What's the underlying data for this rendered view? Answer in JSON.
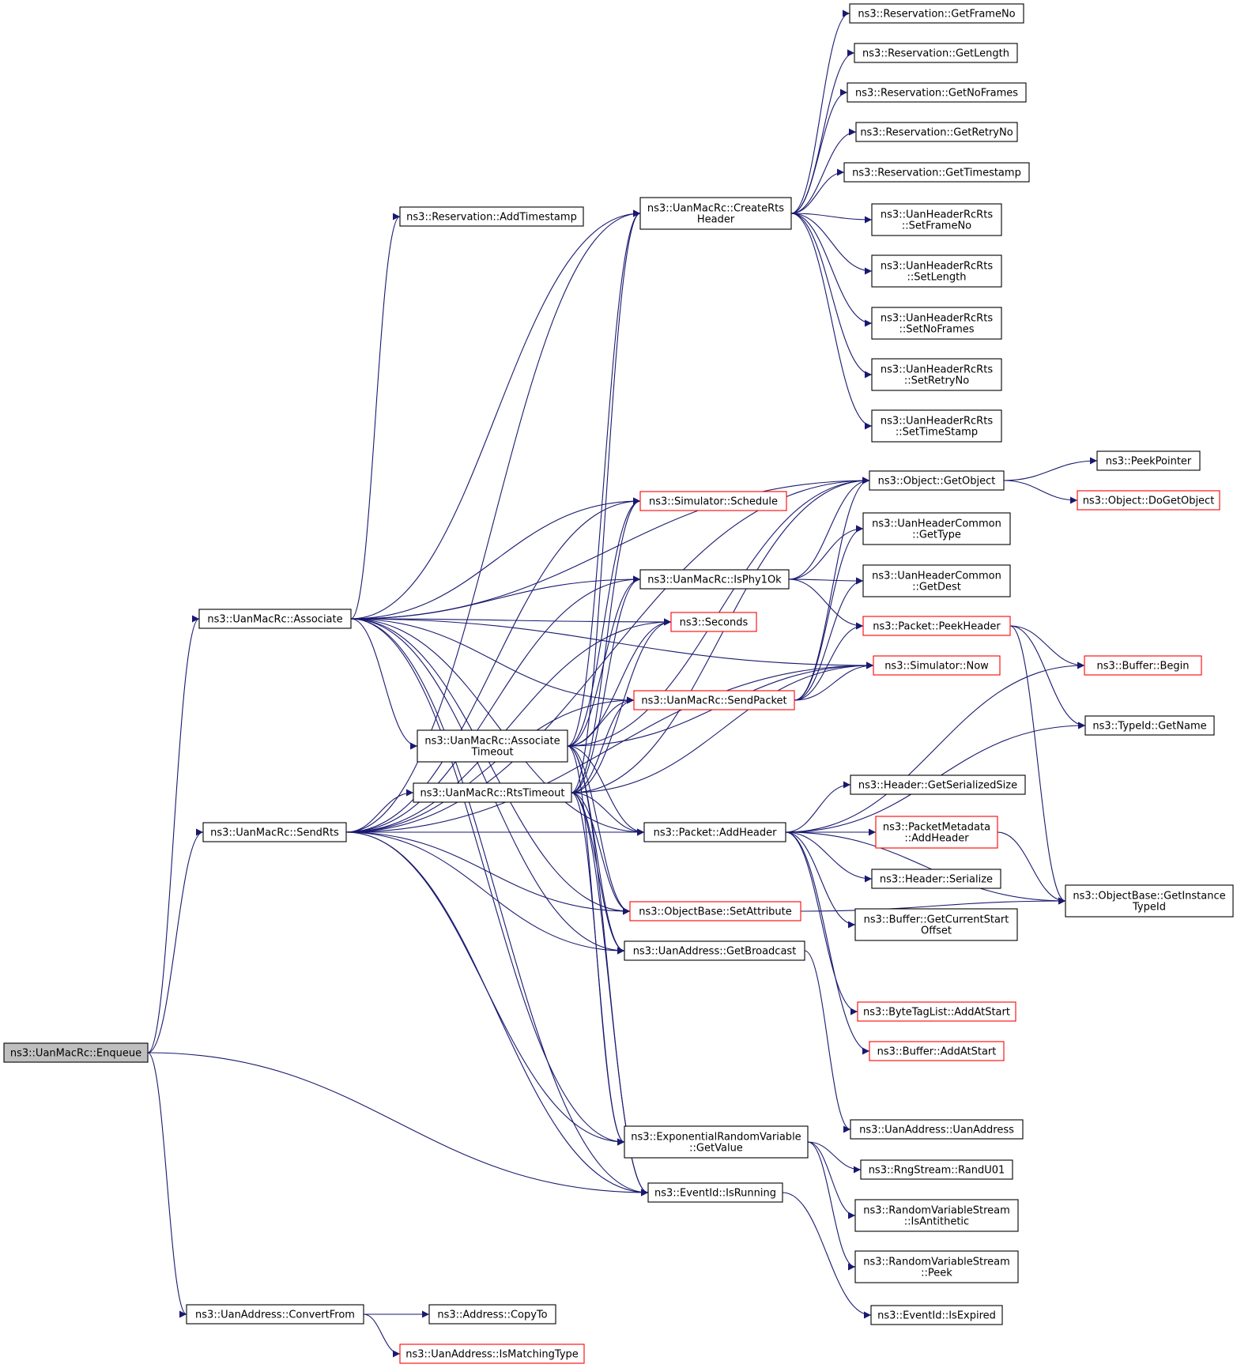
{
  "diagram": {
    "title": "",
    "colors": {
      "edge": "#191970",
      "node_border": "#000000",
      "node_border_partial": "#ff0000",
      "node_fill": "#ffffff",
      "root_fill": "#bfbfbf"
    },
    "nodes": [
      {
        "id": "enqueue",
        "lines": [
          "ns3::UanMacRc::Enqueue"
        ],
        "style": "root"
      },
      {
        "id": "associate",
        "lines": [
          "ns3::UanMacRc::Associate"
        ],
        "style": "normal"
      },
      {
        "id": "sendrts",
        "lines": [
          "ns3::UanMacRc::SendRts"
        ],
        "style": "normal"
      },
      {
        "id": "convertfrom",
        "lines": [
          "ns3::UanAddress::ConvertFrom"
        ],
        "style": "normal"
      },
      {
        "id": "addtimestamp",
        "lines": [
          "ns3::Reservation::AddTimestamp"
        ],
        "style": "normal"
      },
      {
        "id": "createrts",
        "lines": [
          "ns3::UanMacRc::CreateRts",
          "Header"
        ],
        "style": "normal"
      },
      {
        "id": "schedule",
        "lines": [
          "ns3::Simulator::Schedule"
        ],
        "style": "partial"
      },
      {
        "id": "isphy1ok",
        "lines": [
          "ns3::UanMacRc::IsPhy1Ok"
        ],
        "style": "normal"
      },
      {
        "id": "seconds",
        "lines": [
          "ns3::Seconds"
        ],
        "style": "partial"
      },
      {
        "id": "sendpacket",
        "lines": [
          "ns3::UanMacRc::SendPacket"
        ],
        "style": "partial"
      },
      {
        "id": "assoctimeout",
        "lines": [
          "ns3::UanMacRc::Associate",
          "Timeout"
        ],
        "style": "normal"
      },
      {
        "id": "rtstimeout",
        "lines": [
          "ns3::UanMacRc::RtsTimeout"
        ],
        "style": "normal"
      },
      {
        "id": "addheader",
        "lines": [
          "ns3::Packet::AddHeader"
        ],
        "style": "normal"
      },
      {
        "id": "setattribute",
        "lines": [
          "ns3::ObjectBase::SetAttribute"
        ],
        "style": "partial"
      },
      {
        "id": "getbroadcast",
        "lines": [
          "ns3::UanAddress::GetBroadcast"
        ],
        "style": "normal"
      },
      {
        "id": "expgetvalue",
        "lines": [
          "ns3::ExponentialRandomVariable",
          "::GetValue"
        ],
        "style": "normal"
      },
      {
        "id": "isrunning",
        "lines": [
          "ns3::EventId::IsRunning"
        ],
        "style": "normal"
      },
      {
        "id": "copyto",
        "lines": [
          "ns3::Address::CopyTo"
        ],
        "style": "normal"
      },
      {
        "id": "ismatchingtype",
        "lines": [
          "ns3::UanAddress::IsMatchingType"
        ],
        "style": "partial"
      },
      {
        "id": "getframeno",
        "lines": [
          "ns3::Reservation::GetFrameNo"
        ],
        "style": "normal"
      },
      {
        "id": "getlength",
        "lines": [
          "ns3::Reservation::GetLength"
        ],
        "style": "normal"
      },
      {
        "id": "getnoframes",
        "lines": [
          "ns3::Reservation::GetNoFrames"
        ],
        "style": "normal"
      },
      {
        "id": "getretryno",
        "lines": [
          "ns3::Reservation::GetRetryNo"
        ],
        "style": "normal"
      },
      {
        "id": "gettimestamp",
        "lines": [
          "ns3::Reservation::GetTimestamp"
        ],
        "style": "normal"
      },
      {
        "id": "setframeno",
        "lines": [
          "ns3::UanHeaderRcRts",
          "::SetFrameNo"
        ],
        "style": "normal"
      },
      {
        "id": "setlength",
        "lines": [
          "ns3::UanHeaderRcRts",
          "::SetLength"
        ],
        "style": "normal"
      },
      {
        "id": "setnoframes",
        "lines": [
          "ns3::UanHeaderRcRts",
          "::SetNoFrames"
        ],
        "style": "normal"
      },
      {
        "id": "setretryno",
        "lines": [
          "ns3::UanHeaderRcRts",
          "::SetRetryNo"
        ],
        "style": "normal"
      },
      {
        "id": "settimestamp",
        "lines": [
          "ns3::UanHeaderRcRts",
          "::SetTimeStamp"
        ],
        "style": "normal"
      },
      {
        "id": "getobject",
        "lines": [
          "ns3::Object::GetObject"
        ],
        "style": "normal"
      },
      {
        "id": "peekpointer",
        "lines": [
          "ns3::PeekPointer"
        ],
        "style": "normal"
      },
      {
        "id": "dogetobject",
        "lines": [
          "ns3::Object::DoGetObject"
        ],
        "style": "partial"
      },
      {
        "id": "gettype",
        "lines": [
          "ns3::UanHeaderCommon",
          "::GetType"
        ],
        "style": "normal"
      },
      {
        "id": "getdest",
        "lines": [
          "ns3::UanHeaderCommon",
          "::GetDest"
        ],
        "style": "normal"
      },
      {
        "id": "peekheader",
        "lines": [
          "ns3::Packet::PeekHeader"
        ],
        "style": "partial"
      },
      {
        "id": "now",
        "lines": [
          "ns3::Simulator::Now"
        ],
        "style": "partial"
      },
      {
        "id": "bufbegin",
        "lines": [
          "ns3::Buffer::Begin"
        ],
        "style": "partial"
      },
      {
        "id": "getname",
        "lines": [
          "ns3::TypeId::GetName"
        ],
        "style": "normal"
      },
      {
        "id": "getserializedsize",
        "lines": [
          "ns3::Header::GetSerializedSize"
        ],
        "style": "normal"
      },
      {
        "id": "pmaddheader",
        "lines": [
          "ns3::PacketMetadata",
          "::AddHeader"
        ],
        "style": "partial"
      },
      {
        "id": "serialize",
        "lines": [
          "ns3::Header::Serialize"
        ],
        "style": "normal"
      },
      {
        "id": "getinstancetypeid",
        "lines": [
          "ns3::ObjectBase::GetInstance",
          "TypeId"
        ],
        "style": "normal"
      },
      {
        "id": "getcurrentstartoffset",
        "lines": [
          "ns3::Buffer::GetCurrentStart",
          "Offset"
        ],
        "style": "normal"
      },
      {
        "id": "btladdatstart",
        "lines": [
          "ns3::ByteTagList::AddAtStart"
        ],
        "style": "partial"
      },
      {
        "id": "bufaddatstart",
        "lines": [
          "ns3::Buffer::AddAtStart"
        ],
        "style": "partial"
      },
      {
        "id": "uanaddress",
        "lines": [
          "ns3::UanAddress::UanAddress"
        ],
        "style": "normal"
      },
      {
        "id": "randu01",
        "lines": [
          "ns3::RngStream::RandU01"
        ],
        "style": "normal"
      },
      {
        "id": "isantithetic",
        "lines": [
          "ns3::RandomVariableStream",
          "::IsAntithetic"
        ],
        "style": "normal"
      },
      {
        "id": "rvspeek",
        "lines": [
          "ns3::RandomVariableStream",
          "::Peek"
        ],
        "style": "normal"
      },
      {
        "id": "isexpired",
        "lines": [
          "ns3::EventId::IsExpired"
        ],
        "style": "normal"
      }
    ],
    "edges": [
      [
        "enqueue",
        "associate"
      ],
      [
        "enqueue",
        "sendrts"
      ],
      [
        "enqueue",
        "convertfrom"
      ],
      [
        "enqueue",
        "isrunning"
      ],
      [
        "associate",
        "createrts"
      ],
      [
        "associate",
        "addtimestamp"
      ],
      [
        "associate",
        "getobject"
      ],
      [
        "associate",
        "schedule"
      ],
      [
        "associate",
        "isphy1ok"
      ],
      [
        "associate",
        "seconds"
      ],
      [
        "associate",
        "sendpacket"
      ],
      [
        "associate",
        "assoctimeout"
      ],
      [
        "associate",
        "addheader"
      ],
      [
        "associate",
        "setattribute"
      ],
      [
        "associate",
        "getbroadcast"
      ],
      [
        "associate",
        "expgetvalue"
      ],
      [
        "associate",
        "isrunning"
      ],
      [
        "associate",
        "now"
      ],
      [
        "sendrts",
        "createrts"
      ],
      [
        "sendrts",
        "schedule"
      ],
      [
        "sendrts",
        "isphy1ok"
      ],
      [
        "sendrts",
        "seconds"
      ],
      [
        "sendrts",
        "sendpacket"
      ],
      [
        "sendrts",
        "rtstimeout"
      ],
      [
        "sendrts",
        "addheader"
      ],
      [
        "sendrts",
        "setattribute"
      ],
      [
        "sendrts",
        "getbroadcast"
      ],
      [
        "sendrts",
        "expgetvalue"
      ],
      [
        "sendrts",
        "isrunning"
      ],
      [
        "sendrts",
        "now"
      ],
      [
        "sendrts",
        "getobject"
      ],
      [
        "convertfrom",
        "copyto"
      ],
      [
        "convertfrom",
        "ismatchingtype"
      ],
      [
        "assoctimeout",
        "createrts"
      ],
      [
        "assoctimeout",
        "schedule"
      ],
      [
        "assoctimeout",
        "isphy1ok"
      ],
      [
        "assoctimeout",
        "seconds"
      ],
      [
        "assoctimeout",
        "sendpacket"
      ],
      [
        "assoctimeout",
        "addheader"
      ],
      [
        "assoctimeout",
        "setattribute"
      ],
      [
        "assoctimeout",
        "getbroadcast"
      ],
      [
        "assoctimeout",
        "expgetvalue"
      ],
      [
        "assoctimeout",
        "isrunning"
      ],
      [
        "assoctimeout",
        "now"
      ],
      [
        "assoctimeout",
        "getobject"
      ],
      [
        "rtstimeout",
        "createrts"
      ],
      [
        "rtstimeout",
        "schedule"
      ],
      [
        "rtstimeout",
        "isphy1ok"
      ],
      [
        "rtstimeout",
        "seconds"
      ],
      [
        "rtstimeout",
        "sendpacket"
      ],
      [
        "rtstimeout",
        "addheader"
      ],
      [
        "rtstimeout",
        "setattribute"
      ],
      [
        "rtstimeout",
        "getbroadcast"
      ],
      [
        "rtstimeout",
        "expgetvalue"
      ],
      [
        "rtstimeout",
        "isrunning"
      ],
      [
        "rtstimeout",
        "now"
      ],
      [
        "rtstimeout",
        "getobject"
      ],
      [
        "createrts",
        "getframeno"
      ],
      [
        "createrts",
        "getlength"
      ],
      [
        "createrts",
        "getnoframes"
      ],
      [
        "createrts",
        "getretryno"
      ],
      [
        "createrts",
        "gettimestamp"
      ],
      [
        "createrts",
        "setframeno"
      ],
      [
        "createrts",
        "setlength"
      ],
      [
        "createrts",
        "setnoframes"
      ],
      [
        "createrts",
        "setretryno"
      ],
      [
        "createrts",
        "settimestamp"
      ],
      [
        "isphy1ok",
        "getobject"
      ],
      [
        "isphy1ok",
        "gettype"
      ],
      [
        "isphy1ok",
        "getdest"
      ],
      [
        "isphy1ok",
        "peekheader"
      ],
      [
        "sendpacket",
        "getobject"
      ],
      [
        "sendpacket",
        "gettype"
      ],
      [
        "sendpacket",
        "getdest"
      ],
      [
        "sendpacket",
        "peekheader"
      ],
      [
        "sendpacket",
        "now"
      ],
      [
        "getobject",
        "peekpointer"
      ],
      [
        "getobject",
        "dogetobject"
      ],
      [
        "peekheader",
        "bufbegin"
      ],
      [
        "peekheader",
        "getname"
      ],
      [
        "peekheader",
        "getinstancetypeid"
      ],
      [
        "addheader",
        "getname"
      ],
      [
        "addheader",
        "bufbegin"
      ],
      [
        "addheader",
        "getserializedsize"
      ],
      [
        "addheader",
        "pmaddheader"
      ],
      [
        "addheader",
        "serialize"
      ],
      [
        "addheader",
        "getcurrentstartoffset"
      ],
      [
        "addheader",
        "getinstancetypeid"
      ],
      [
        "addheader",
        "btladdatstart"
      ],
      [
        "addheader",
        "bufaddatstart"
      ],
      [
        "pmaddheader",
        "getinstancetypeid"
      ],
      [
        "setattribute",
        "getinstancetypeid"
      ],
      [
        "getbroadcast",
        "uanaddress"
      ],
      [
        "expgetvalue",
        "randu01"
      ],
      [
        "expgetvalue",
        "isantithetic"
      ],
      [
        "expgetvalue",
        "rvspeek"
      ],
      [
        "isrunning",
        "isexpired"
      ]
    ]
  }
}
